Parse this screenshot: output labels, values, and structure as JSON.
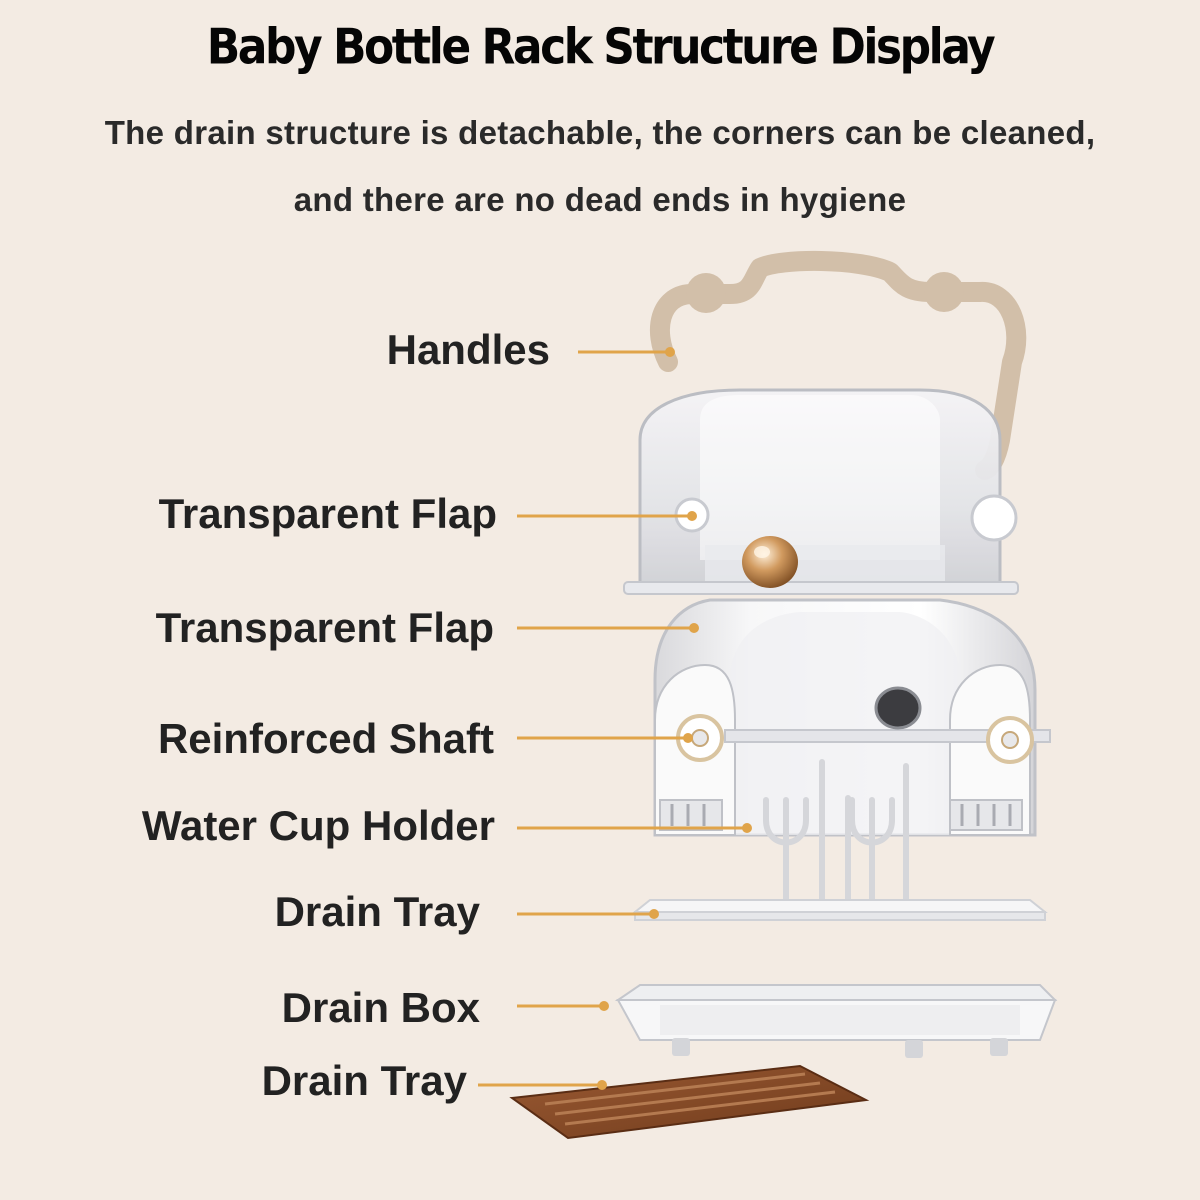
{
  "title": "Baby Bottle Rack Structure Display",
  "subtitle_line1": "The drain structure is detachable, the corners can be cleaned,",
  "subtitle_line2": "and there are no dead ends in hygiene",
  "labels": {
    "handles": "Handles",
    "transparent_flap_upper": "Transparent Flap",
    "transparent_flap_lower": "Transparent Flap",
    "reinforced_shaft": "Reinforced Shaft",
    "water_cup_holder": "Water Cup Holder",
    "drain_tray_upper": "Drain Tray",
    "drain_box": "Drain Box",
    "drain_tray_lower": "Drain Tray"
  },
  "colors": {
    "background": "#f3ebe3",
    "leader_line": "#e0a44a",
    "handle": "#d2bfa9",
    "bottom_tray": "#8a4a26",
    "knob": "#c9935d"
  }
}
